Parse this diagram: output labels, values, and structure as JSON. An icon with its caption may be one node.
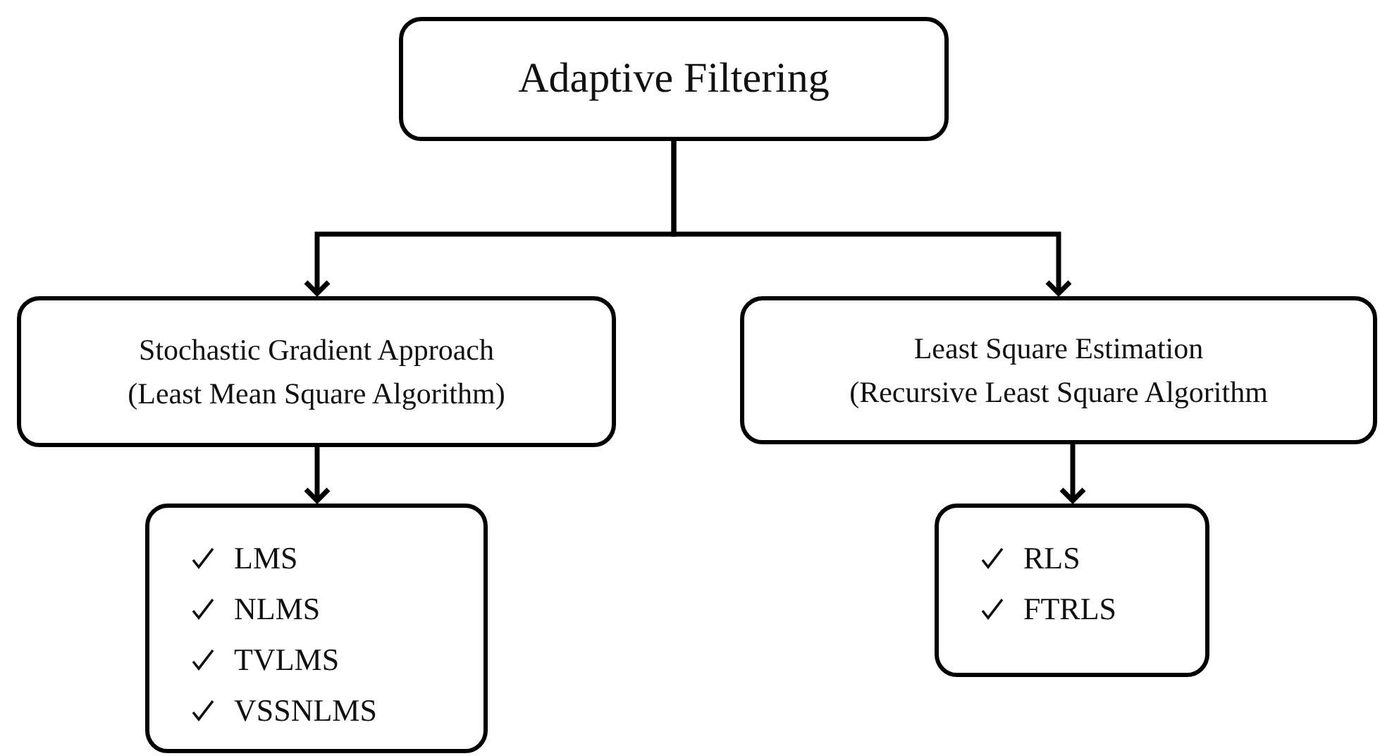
{
  "diagram": {
    "nodes": [
      {
        "text": [
          "Adaptive Filtering"
        ]
      },
      {
        "text": [
          "Stochastic Gradient Approach",
          "(Least Mean Square Algorithm)"
        ]
      },
      {
        "text": [
          "Least Square Estimation",
          "(Recursive Least Square Algorithm"
        ]
      },
      {
        "text": [
          "LMS",
          "NLMS",
          "TVLMS",
          "VSSNLMS"
        ]
      },
      {
        "text": [
          "RLS",
          "FTRLS"
        ]
      }
    ],
    "edges": [
      {
        "from": 0,
        "to": 1,
        "arrow": "to"
      },
      {
        "from": 0,
        "to": 2,
        "arrow": "to"
      },
      {
        "from": 1,
        "to": 3,
        "arrow": "to"
      },
      {
        "from": 2,
        "to": 4,
        "arrow": "to"
      }
    ]
  }
}
